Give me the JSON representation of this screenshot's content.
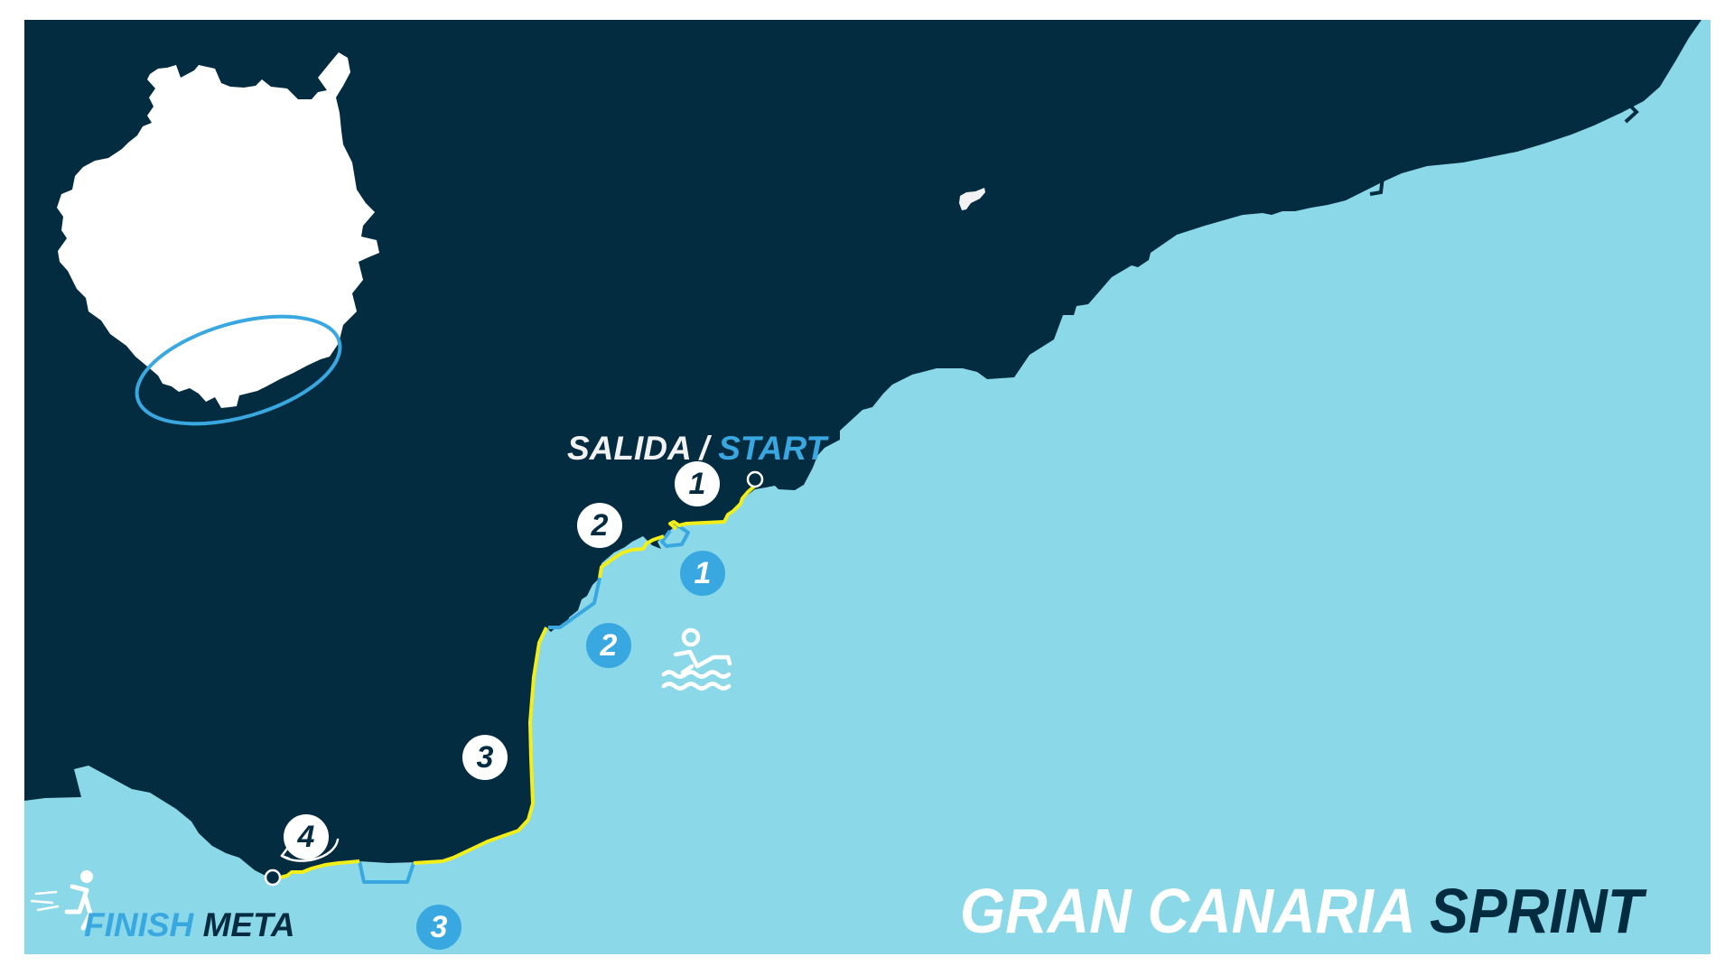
{
  "map": {
    "colors": {
      "land": "#042c40",
      "sea": "#8bd8e8",
      "inset_island": "#ffffff",
      "highlight": "#3aa8e0",
      "run_route": "#f2ee1a",
      "swim_route": "#3aa8e0",
      "frame_background": "#ffffff"
    },
    "start": {
      "label_es": "SALIDA",
      "separator": " / ",
      "label_en": "START"
    },
    "finish": {
      "label_en": "FINISH",
      "label_es": "META"
    },
    "title": {
      "part1": "GRAN CANARIA",
      "part2": "SPRINT"
    },
    "run_markers": [
      {
        "number": "1",
        "style": "white"
      },
      {
        "number": "2",
        "style": "white"
      },
      {
        "number": "3",
        "style": "white"
      },
      {
        "number": "4",
        "style": "white"
      }
    ],
    "swim_markers": [
      {
        "number": "1",
        "style": "blue"
      },
      {
        "number": "2",
        "style": "blue"
      },
      {
        "number": "3",
        "style": "blue"
      }
    ],
    "icons": {
      "swim": "swimmer-icon",
      "finish": "runner-icon",
      "turnaround": "turnaround-arrow-icon",
      "inset": "gran-canaria-island-inset"
    }
  }
}
